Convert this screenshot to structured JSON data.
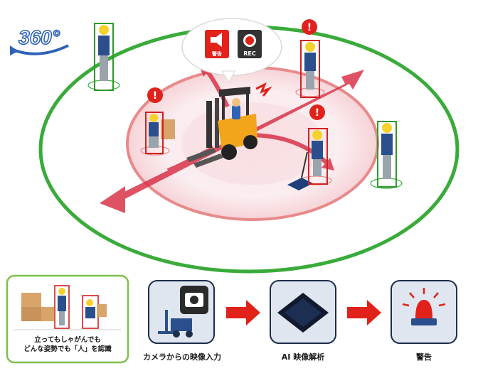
{
  "logo": {
    "text": "360°"
  },
  "callout": {
    "alarm_label": "警告",
    "rec_label": "REC"
  },
  "alert_mark": "!",
  "bottom": {
    "recognition_caption_line1": "立ってもしゃがんでも",
    "recognition_caption_line2": "どんな姿勢でも「人」を認識",
    "step1_label": "カメラからの映像入力",
    "step2_label": "AI 映像解析",
    "step3_label": "警告"
  },
  "colors": {
    "outer_zone": "#3aab3a",
    "inner_zone": "#e88a8a",
    "arrow_red": "#d9344a",
    "alert_red": "#e1221a",
    "safe_box": "#2e9a2e",
    "danger_box": "#d62020",
    "step_box_bg": "#dfe6f0",
    "step_box_border": "#1e2d4a"
  }
}
